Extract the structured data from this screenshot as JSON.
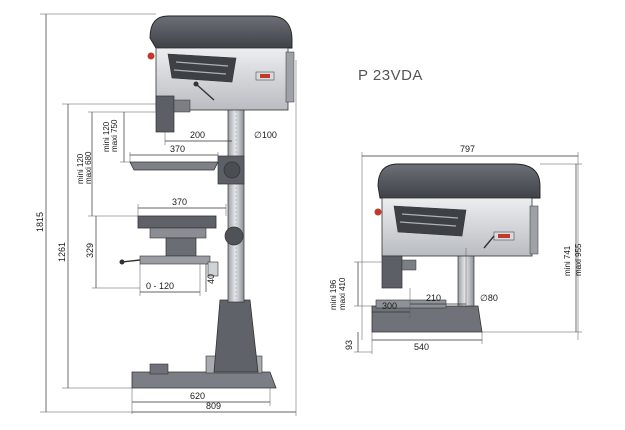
{
  "model": "P 23VDA",
  "colors": {
    "head": "#5a5d63",
    "body": "#c9ccd1",
    "accent": "#c0392b",
    "line": "#333333"
  },
  "drawing_left": {
    "height_total": "1815",
    "height_column": "1261",
    "spindle_table": "mini 120\nmaxi 680",
    "spindle_stroke": "mini 120\nmaxi 750",
    "throat": "200",
    "spindle_dia": "∅100",
    "table1_width": "370",
    "table2_width": "370",
    "table_travel": "329",
    "rail_range": "0 - 120",
    "offset": "40",
    "base_width": "620",
    "overall_width": "809"
  },
  "drawing_right": {
    "overall_depth": "797",
    "height_range": "mini 741\nmaxi 955",
    "spindle_range": "mini 196\nmaxi 410",
    "dim_300": "300",
    "dim_210": "210",
    "column_dia": "∅80",
    "base_height": "93",
    "base_width": "540"
  }
}
